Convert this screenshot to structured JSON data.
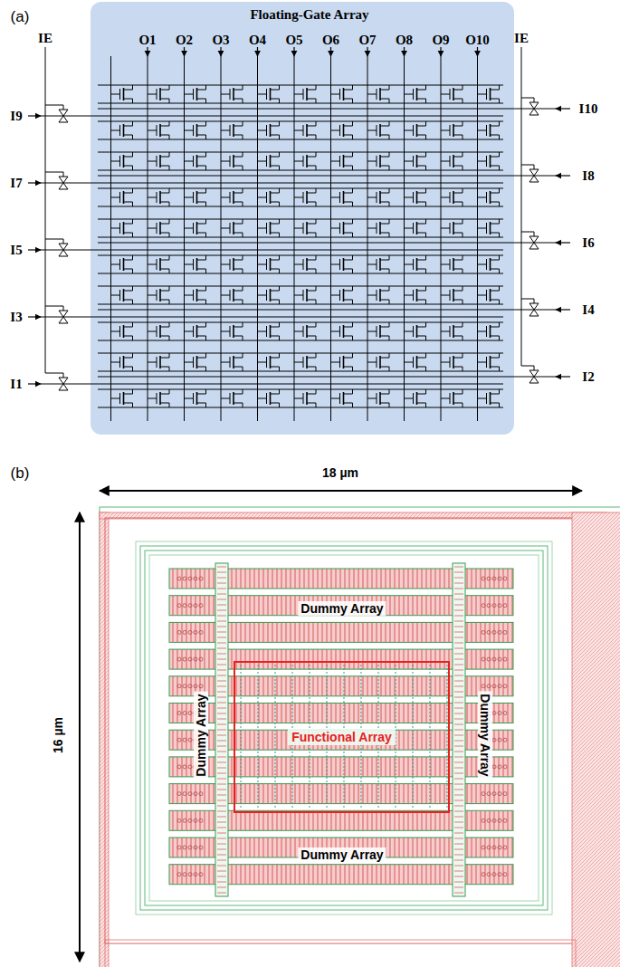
{
  "diagram": {
    "nodes": [
      {
        "text": [
          "Floating-Gate Array"
        ]
      },
      {
        "text": [
          "Functional Array"
        ]
      }
    ],
    "labels": [
      "(a)",
      "O1",
      "O2",
      "O3",
      "O4",
      "O5",
      "O6",
      "O7",
      "O8",
      "O9",
      "O10",
      "IE",
      "IE",
      "I9",
      "I7",
      "I5",
      "I3",
      "I1",
      "I10",
      "I8",
      "I6",
      "I4",
      "I2",
      "(b)",
      "18 µm",
      "16 µm",
      "Dummy Array",
      "Dummy Array",
      "Dummy Array",
      "Dummy Array"
    ]
  }
}
